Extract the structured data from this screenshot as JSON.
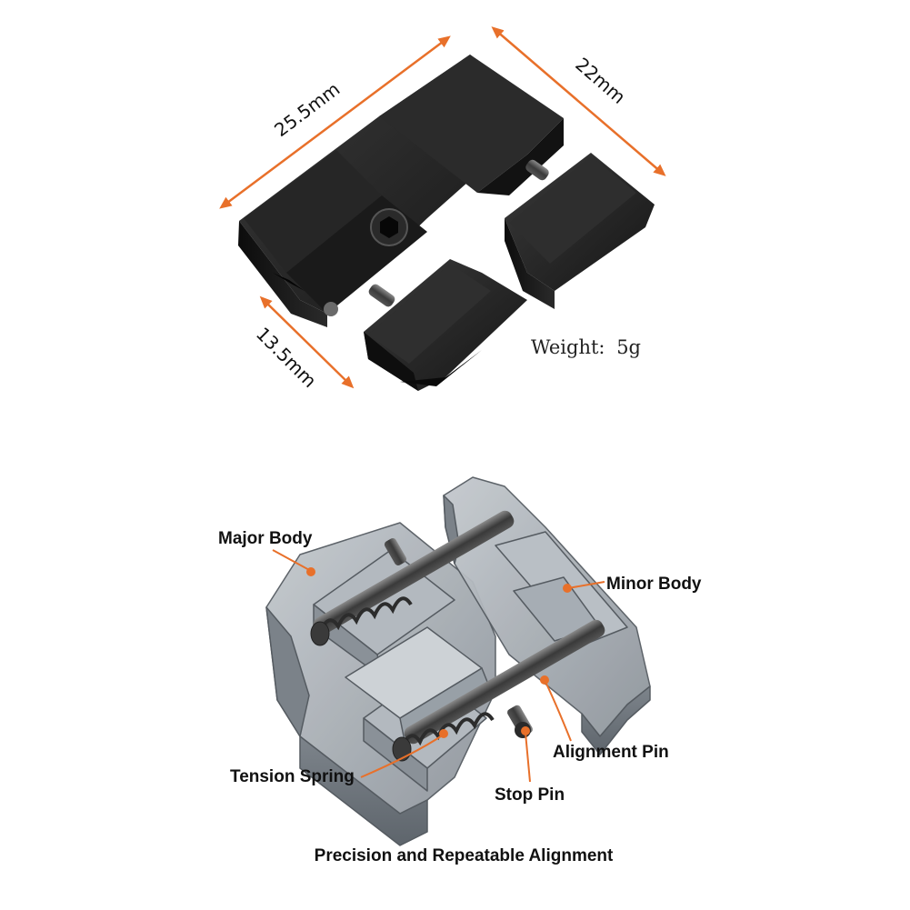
{
  "product_photo": {
    "dimensions": {
      "length": "25.5mm",
      "width": "22mm",
      "height": "13.5mm"
    },
    "weight": {
      "label": "Weight:",
      "value": "5g"
    }
  },
  "exploded_view": {
    "callouts": {
      "major_body": "Major Body",
      "minor_body": "Minor Body",
      "tension_spring": "Tension Spring",
      "alignment_pin": "Alignment Pin",
      "stop_pin": "Stop Pin"
    },
    "caption": "Precision and Repeatable Alignment"
  },
  "colors": {
    "accent": "#e8702a",
    "metal_dark": "#1c1c1c",
    "diagram_gray": "#9fa6ad",
    "text": "#111111"
  }
}
